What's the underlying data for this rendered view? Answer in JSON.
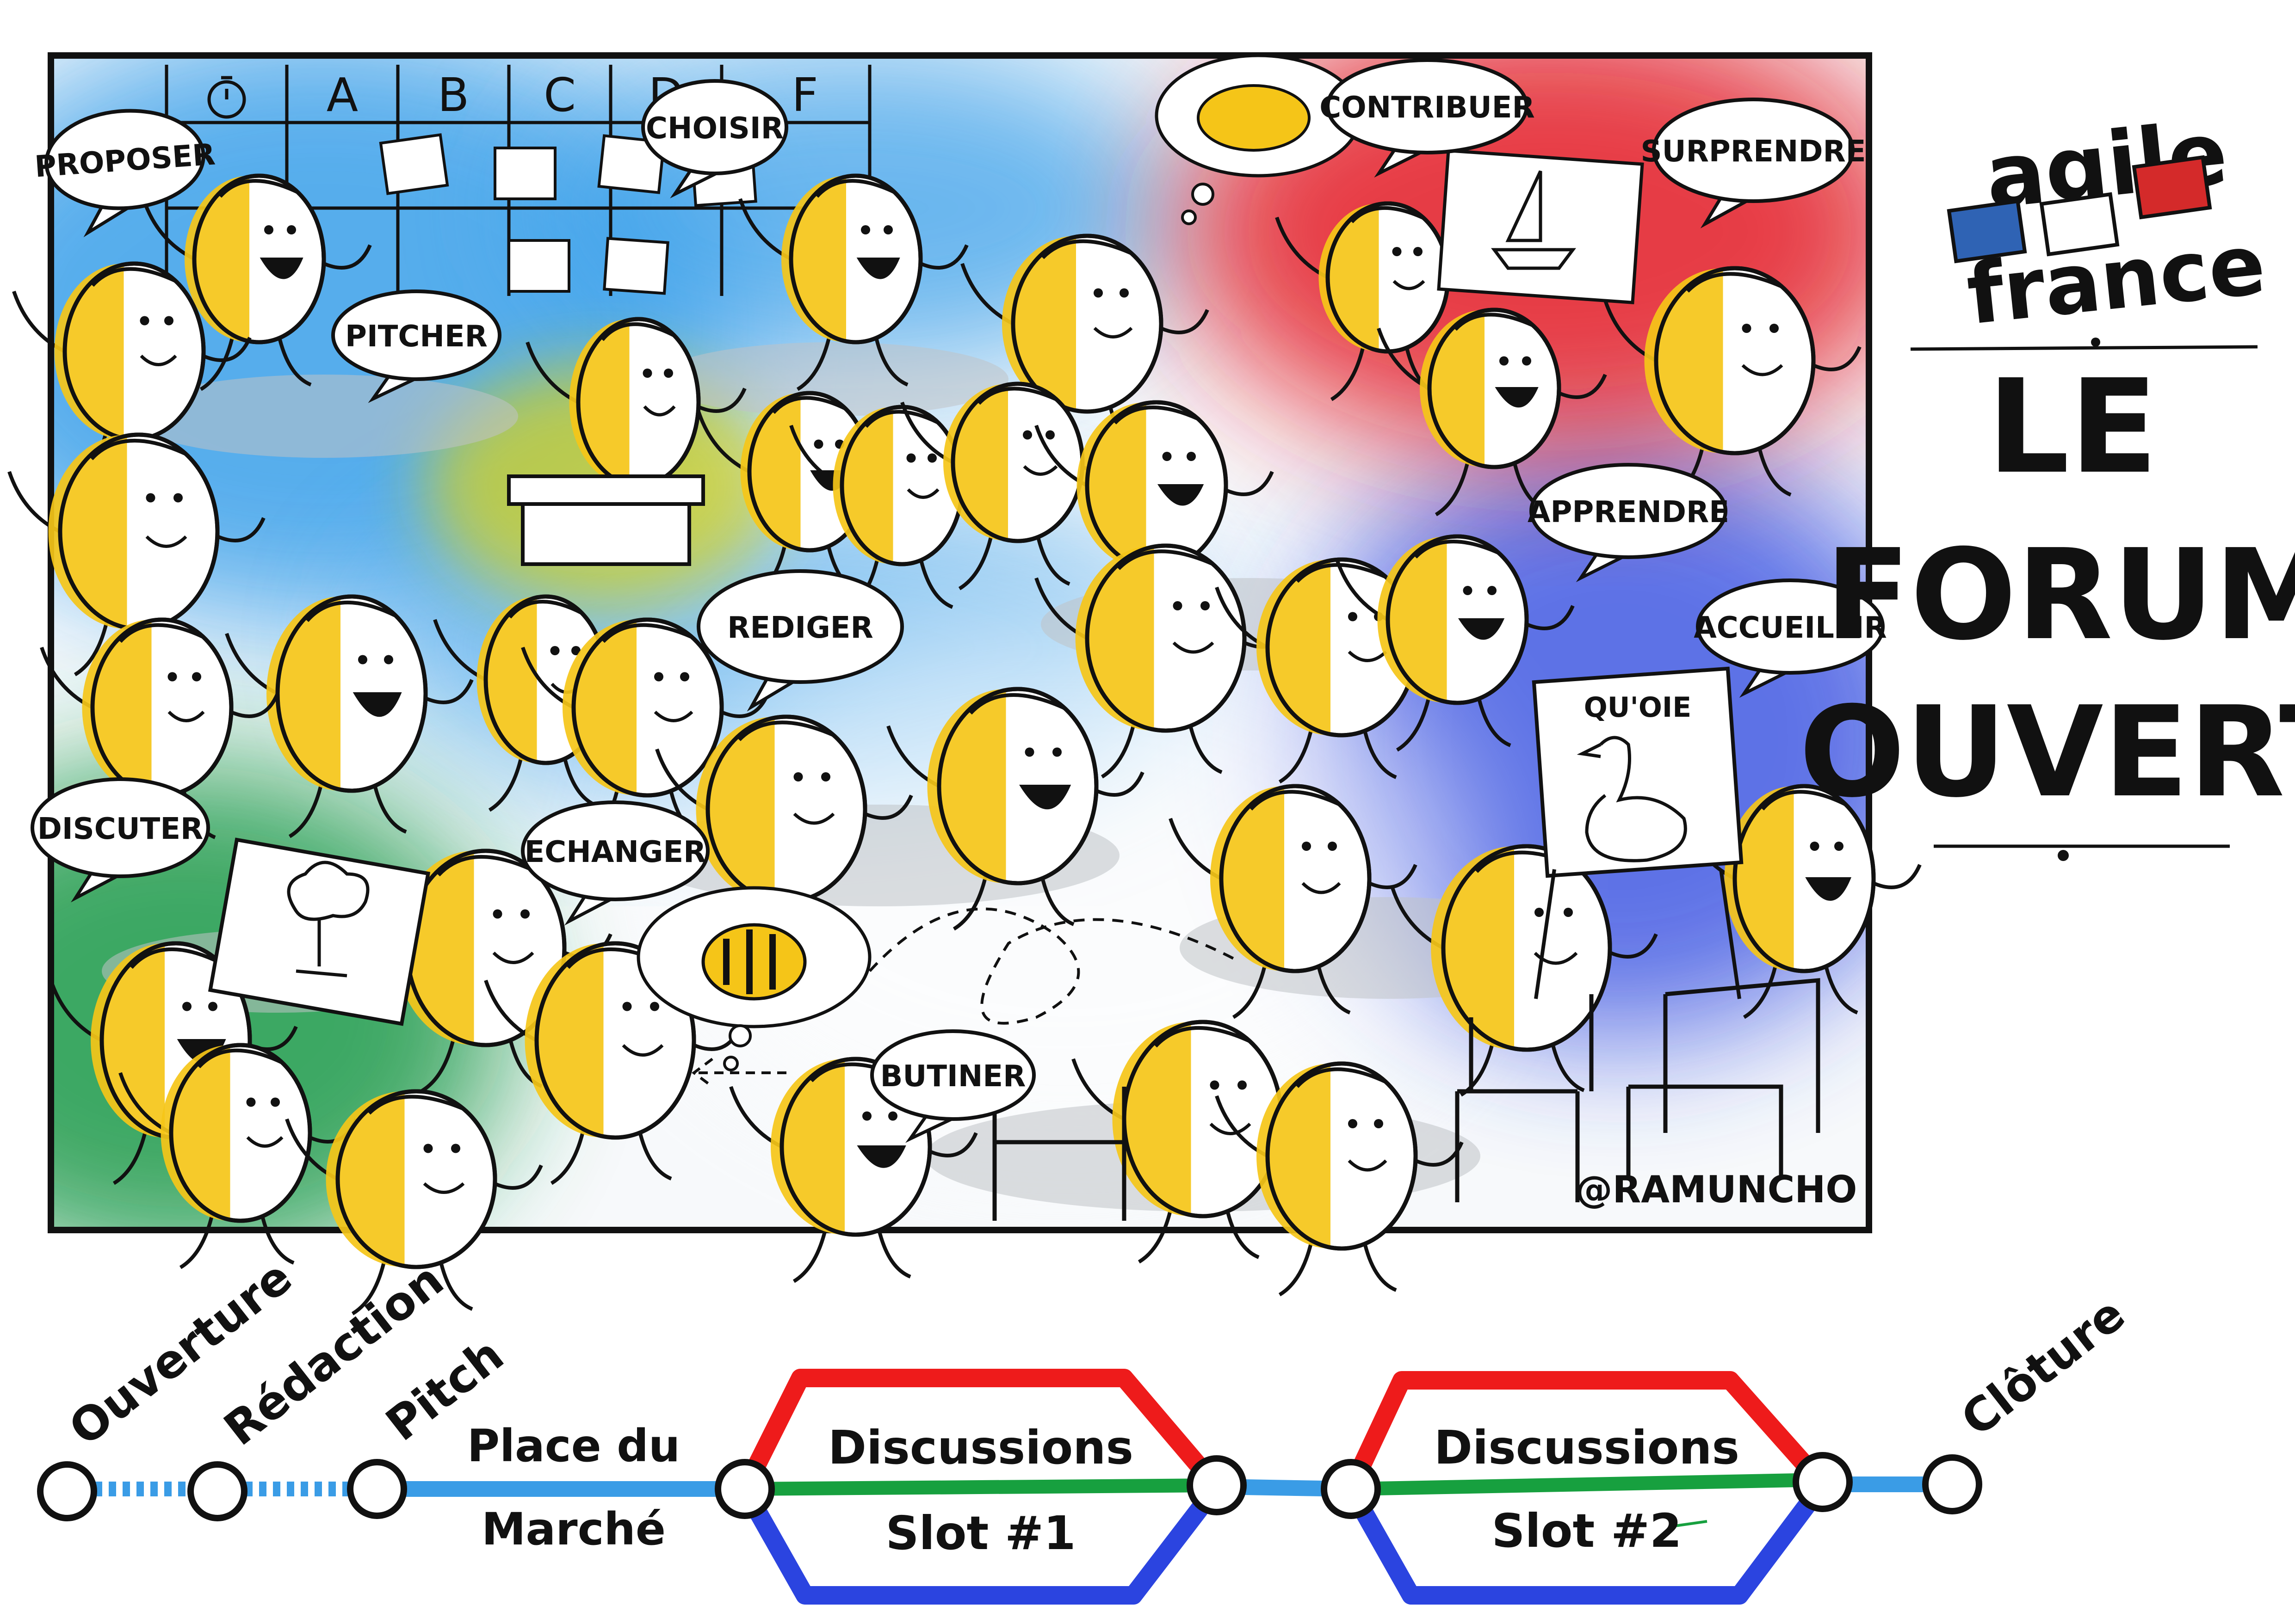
{
  "illustration": {
    "grid_headers": [
      "A",
      "B",
      "C",
      "D",
      "F"
    ],
    "bubbles": [
      {
        "key": "proposer",
        "label": "PROPOSER"
      },
      {
        "key": "choisir",
        "label": "CHOISIR"
      },
      {
        "key": "contribuer",
        "label": "CONTRIBUER"
      },
      {
        "key": "surprendre",
        "label": "SURPRENDRE"
      },
      {
        "key": "pitcher",
        "label": "PITCHER"
      },
      {
        "key": "apprendre",
        "label": "APPRENDRE"
      },
      {
        "key": "rediger",
        "label": "REDIGER"
      },
      {
        "key": "accueillir",
        "label": "ACCUEILLIR"
      },
      {
        "key": "discuter",
        "label": "DISCUTER"
      },
      {
        "key": "echanger",
        "label": "ECHANGER"
      },
      {
        "key": "butiner",
        "label": "BUTINER"
      }
    ],
    "easel_label": "QU'OIE",
    "signature": "@RAMUNCHO"
  },
  "brand": {
    "line1": "agile",
    "line2": "france",
    "flag_colors": [
      "#2f63b4",
      "#ffffff",
      "#d42a2a"
    ]
  },
  "title": {
    "line1": "LE",
    "line2": "FORUM",
    "line3": "OUVERT"
  },
  "timeline": {
    "stations": {
      "ouverture": "Ouverture",
      "redaction": "Rédaction",
      "pitch": "Pitch",
      "cloture": "Clôture"
    },
    "place_line1": "Place du",
    "place_line2": "Marché",
    "slot1_title": "Discussions",
    "slot1_sub": "Slot #1",
    "slot2_title": "Discussions",
    "slot2_sub": "Slot #2",
    "colors": {
      "main_line": "#3a9ce6",
      "top_branch": "#ee1b1b",
      "middle_branch": "#17a03f",
      "bottom_branch": "#2b44e0"
    }
  },
  "palette": {
    "blue_spray": "#3aa0ea",
    "red_spray": "#e41e26",
    "green_spray": "#1a9a4a",
    "yellow_spray": "#d8d31a",
    "character_yellow": "#f5c518"
  }
}
